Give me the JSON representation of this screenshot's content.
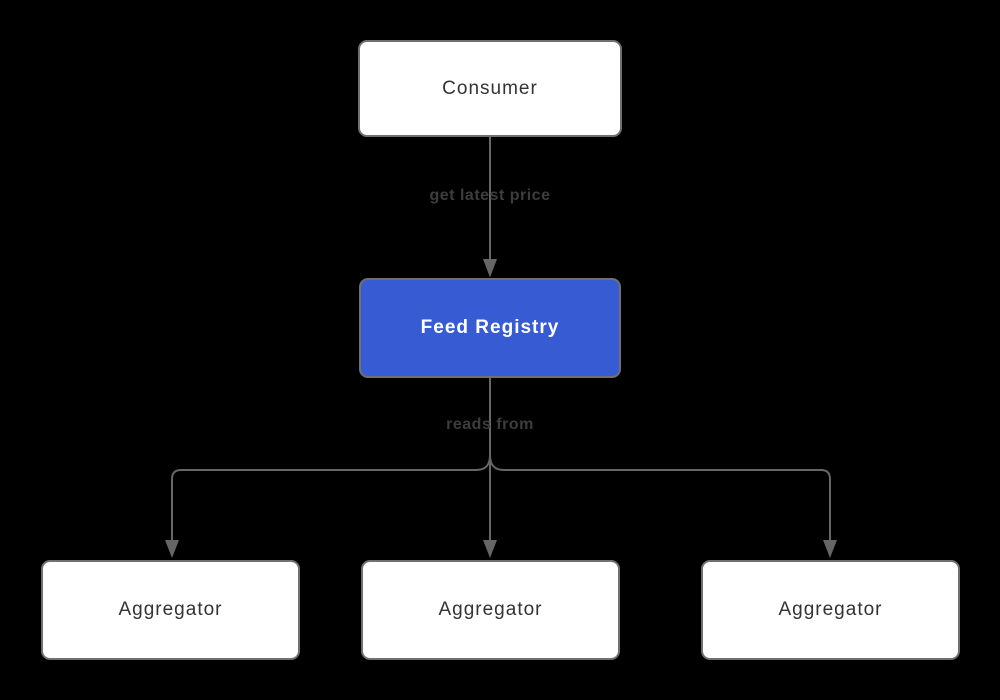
{
  "colors": {
    "background": "#000000",
    "line": "#666666",
    "node-border": "#707070",
    "node-fill": "#ffffff",
    "node-text": "#333333",
    "accent-blue": "#375bd2",
    "accent-text": "#ffffff",
    "edge-label": "#3d3d3d"
  },
  "nodes": {
    "consumer": {
      "label": "Consumer"
    },
    "feed_registry": {
      "label": "Feed Registry"
    },
    "aggregator_1": {
      "label": "Aggregator"
    },
    "aggregator_2": {
      "label": "Aggregator"
    },
    "aggregator_3": {
      "label": "Aggregator"
    }
  },
  "edges": {
    "consumer_to_registry": {
      "label": "get latest price"
    },
    "registry_to_aggregators": {
      "label": "reads from"
    }
  }
}
